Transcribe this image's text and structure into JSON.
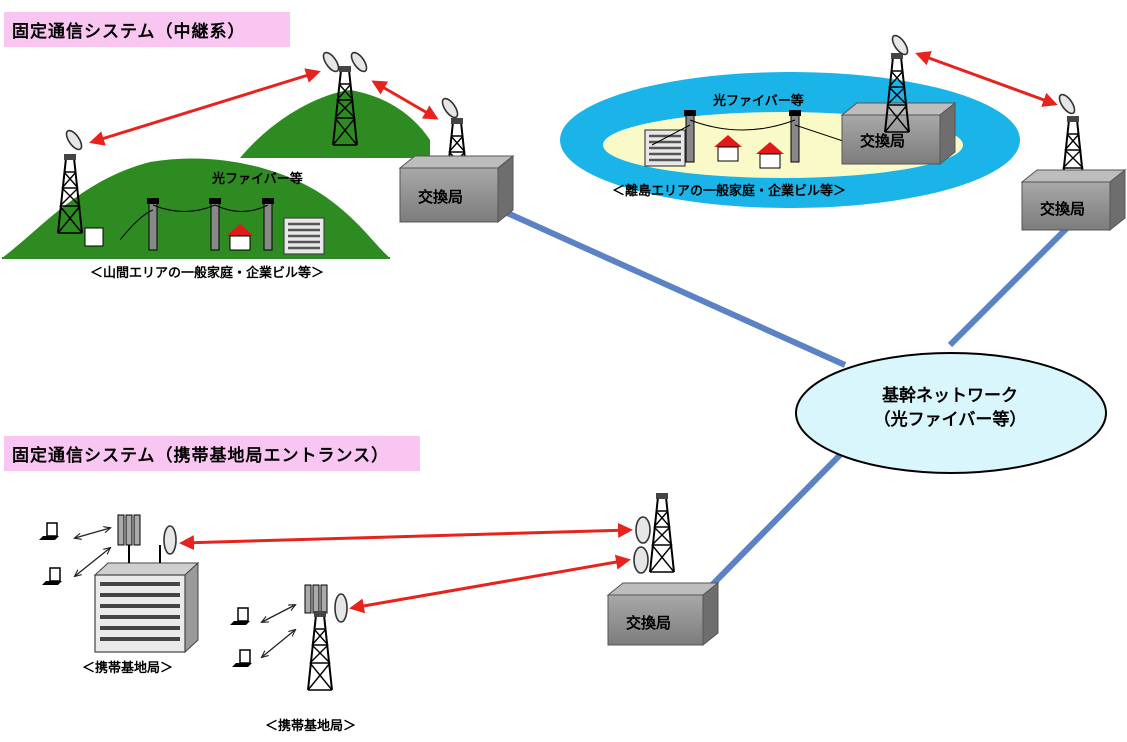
{
  "sections": {
    "relay_title": "固定通信システム（中継系）",
    "mobile_entrance_title": "固定通信システム（携帯基地局エントランス）"
  },
  "backbone": {
    "line1": "基幹ネットワーク",
    "line2": "（光ファイバー等）"
  },
  "exchange": {
    "label": "交換局"
  },
  "mountain_area": {
    "fiber_label": "光ファイバー等",
    "caption": "＜山間エリアの一般家庭・企業ビル等＞"
  },
  "island_area": {
    "fiber_label": "光ファイバー等",
    "caption": "＜離島エリアの一般家庭・企業ビル等＞"
  },
  "base_station": {
    "building_caption": "＜携帯基地局＞",
    "tower_caption": "＜携帯基地局＞"
  },
  "colors": {
    "title_bg": "#f9c6f2",
    "mountain": "#2e8b22",
    "sea": "#1ab4e8",
    "island": "#fafac8",
    "backbone_fill": "#d8f6fb",
    "link_line": "#5b82c4",
    "radio_link": "#e8231d",
    "exchange": "#8c8c8c"
  }
}
